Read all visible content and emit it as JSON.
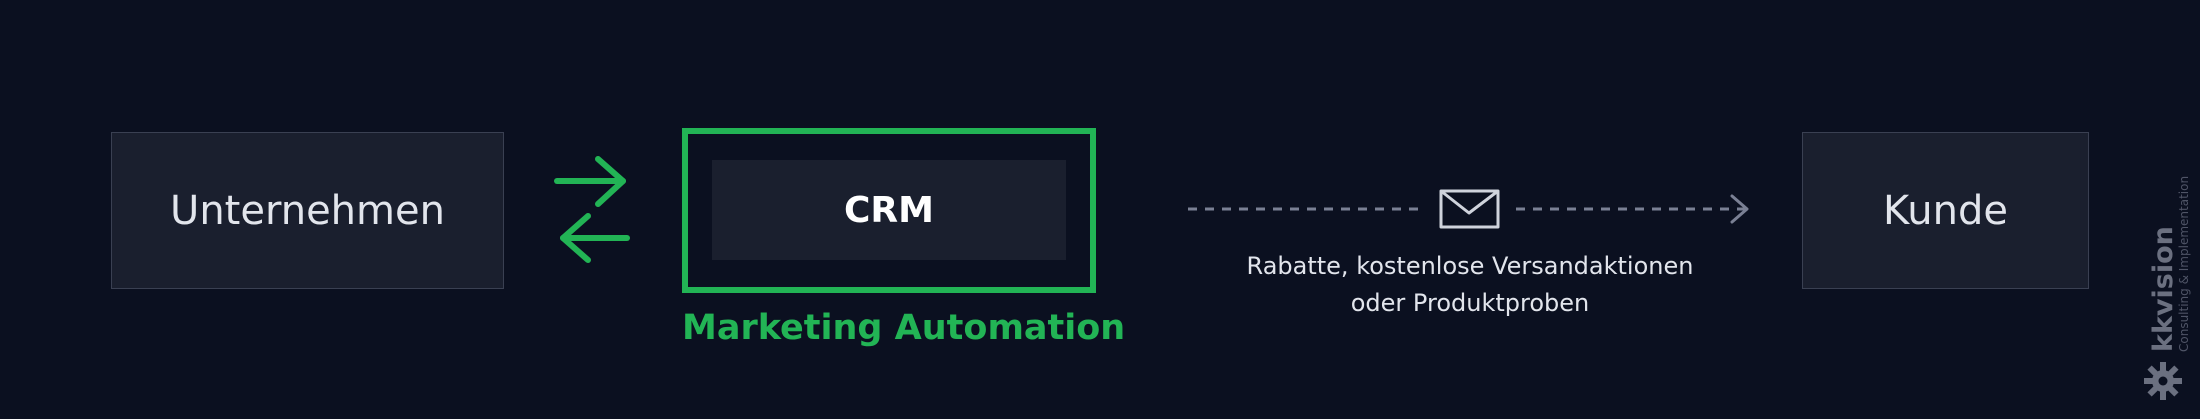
{
  "nodes": {
    "company": "Unternehmen",
    "crm": "CRM",
    "customer": "Kunde"
  },
  "marketing_label": "Marketing Automation",
  "message_caption": {
    "line1": "Rabatte, kostenlose Versandaktionen",
    "line2": "oder Produktproben"
  },
  "logo": {
    "name": "kkvision",
    "tagline": "Consulting & Implementation"
  },
  "colors": {
    "background": "#0b1020",
    "box": "#1a1f2e",
    "accent": "#22b455",
    "text": "#e2e5ec",
    "dashed": "#7a8094"
  },
  "icons": {
    "exchange": "bidirectional-arrows-icon",
    "message": "envelope-icon",
    "logo_mark": "gear-icon"
  }
}
